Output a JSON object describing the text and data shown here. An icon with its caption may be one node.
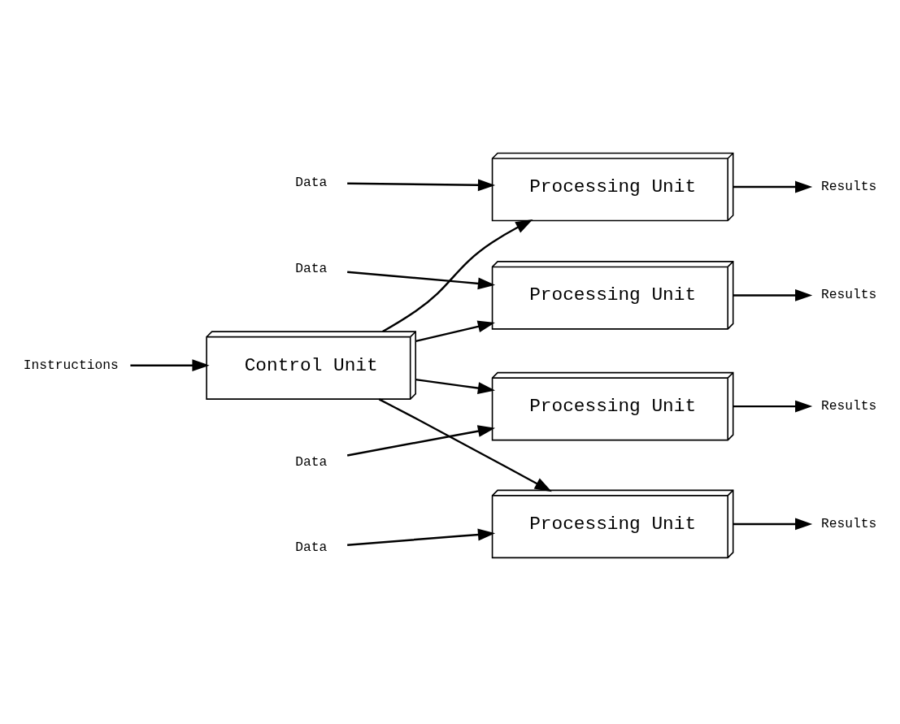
{
  "diagram": {
    "nodes": [
      {
        "text": [
          "Instructions"
        ]
      },
      {
        "text": [
          "Control Unit"
        ]
      },
      {
        "text": [
          "Data"
        ]
      },
      {
        "text": [
          "Processing Unit"
        ]
      },
      {
        "text": [
          "Results"
        ]
      },
      {
        "text": [
          "Data"
        ]
      },
      {
        "text": [
          "Processing Unit"
        ]
      },
      {
        "text": [
          "Results"
        ]
      },
      {
        "text": [
          "Data"
        ]
      },
      {
        "text": [
          "Processing Unit"
        ]
      },
      {
        "text": [
          "Results"
        ]
      },
      {
        "text": [
          "Data"
        ]
      },
      {
        "text": [
          "Processing Unit"
        ]
      },
      {
        "text": [
          "Results"
        ]
      }
    ],
    "edges": [
      {
        "from": 0,
        "to": 1,
        "arrow": "to"
      },
      {
        "from": 1,
        "to": 3,
        "arrow": "to"
      },
      {
        "from": 1,
        "to": 6,
        "arrow": "to"
      },
      {
        "from": 1,
        "to": 9,
        "arrow": "to"
      },
      {
        "from": 1,
        "to": 12,
        "arrow": "to"
      },
      {
        "from": 2,
        "to": 3,
        "arrow": "to"
      },
      {
        "from": 3,
        "to": 4,
        "arrow": "to"
      },
      {
        "from": 5,
        "to": 6,
        "arrow": "to"
      },
      {
        "from": 6,
        "to": 7,
        "arrow": "to"
      },
      {
        "from": 8,
        "to": 9,
        "arrow": "to"
      },
      {
        "from": 9,
        "to": 10,
        "arrow": "to"
      },
      {
        "from": 11,
        "to": 12,
        "arrow": "to"
      },
      {
        "from": 12,
        "to": 13,
        "arrow": "to"
      }
    ]
  }
}
